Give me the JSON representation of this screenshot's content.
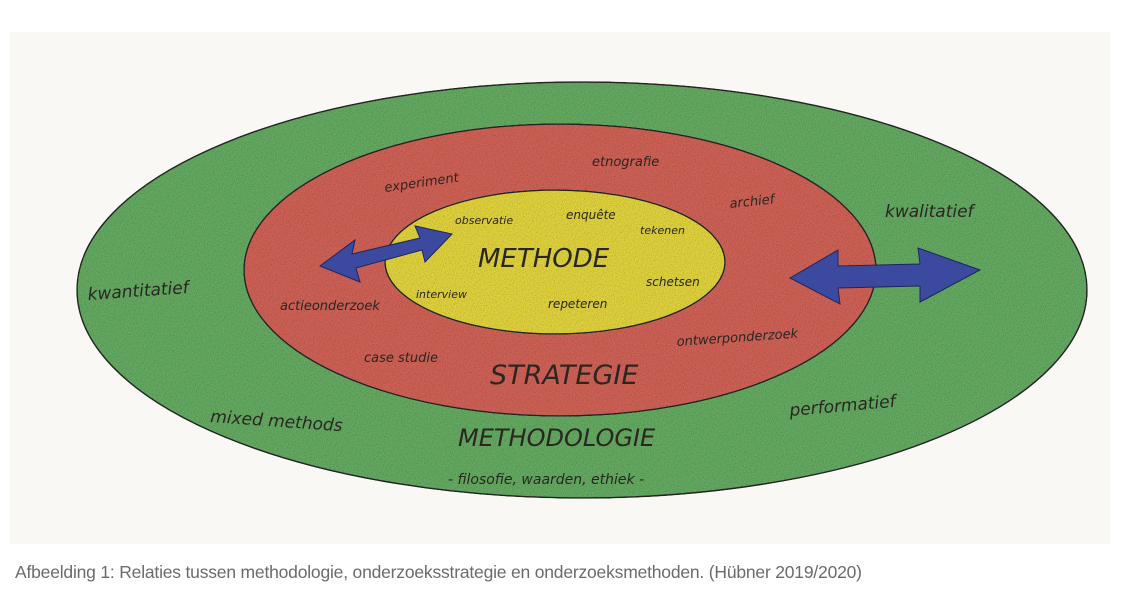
{
  "diagram": {
    "rings": {
      "outer": {
        "label": "METHODOLOGIE",
        "sublabel": "- filosofie, waarden, ethiek -",
        "color": "#6db86a"
      },
      "middle": {
        "label": "STRATEGIE",
        "color": "#e06a5e"
      },
      "inner": {
        "label": "METHODE",
        "color": "#f3e442"
      }
    },
    "outer_terms": [
      "kwantitatief",
      "kwalitatief",
      "mixed methods",
      "performatief"
    ],
    "strategy_terms": [
      "experiment",
      "etnografie",
      "archief",
      "actieonderzoek",
      "ontwerponderzoek",
      "case studie"
    ],
    "method_terms": [
      "observatie",
      "enquête",
      "tekenen",
      "schetsen",
      "interview",
      "repeteren"
    ],
    "arrow_color": "#3b4a9e"
  },
  "caption": "Afbeelding 1: Relaties tussen methodologie, onderzoeksstrategie en onderzoeksmethoden. (Hübner 2019/2020)"
}
